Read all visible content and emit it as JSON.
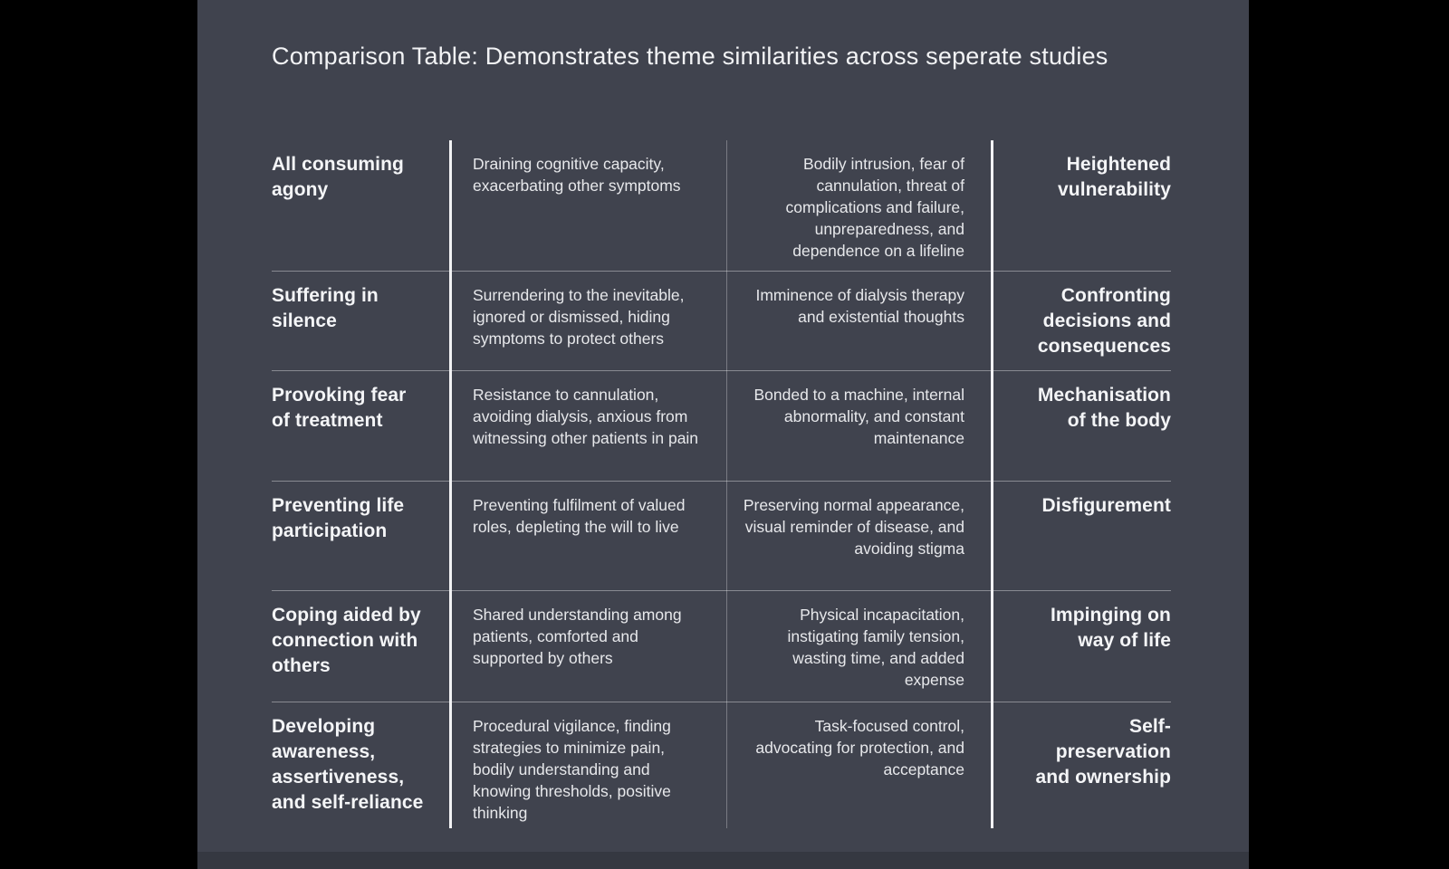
{
  "page": {
    "title": "Comparison Table: Demonstrates theme similarities across seperate studies",
    "colors": {
      "background": "#40434E",
      "side_bars": "#000000",
      "heading_text": "#F4F5F7",
      "body_text": "#E7E8EB",
      "row_divider": "#7E818A",
      "column_line": "#F2F2F4"
    }
  },
  "table": {
    "rows": [
      {
        "theme_left": "All consuming agony",
        "detail_left": "Draining cognitive capacity, exacerbating other symptoms",
        "detail_right": "Bodily intrusion, fear of cannulation, threat of complications and failure, unpreparedness, and dependence on a lifeline",
        "theme_right": "Heightened vulnerability"
      },
      {
        "theme_left": "Suffering in silence",
        "detail_left": "Surrendering to the inevitable, ignored or dismissed, hiding symptoms to protect others",
        "detail_right": "Imminence of dialysis therapy and existential thoughts",
        "theme_right": "Confronting decisions and consequences"
      },
      {
        "theme_left": "Provoking fear of treatment",
        "detail_left": "Resistance to cannulation, avoiding dialysis, anxious from witnessing other patients in pain",
        "detail_right": "Bonded to a machine, internal abnormality, and constant maintenance",
        "theme_right": "Mechanisation of the body"
      },
      {
        "theme_left": "Preventing life participation",
        "detail_left": "Preventing fulfilment of valued roles, depleting the will to live",
        "detail_right": "Preserving normal appearance, visual reminder of disease, and avoiding stigma",
        "theme_right": "Disfigurement"
      },
      {
        "theme_left": "Coping aided by connection with others",
        "detail_left": "Shared understanding among patients, comforted and supported by others",
        "detail_right": "Physical incapacitation, instigating family tension, wasting time, and added expense",
        "theme_right": "Impinging on way of life"
      },
      {
        "theme_left": "Developing awareness, assertiveness, and self-reliance",
        "detail_left": "Procedural vigilance, finding strategies to minimize pain, bodily understanding and knowing thresholds, positive thinking",
        "detail_right": "Task-focused control, advocating for protection, and acceptance",
        "theme_right": "Self-preservation and ownership"
      }
    ]
  }
}
